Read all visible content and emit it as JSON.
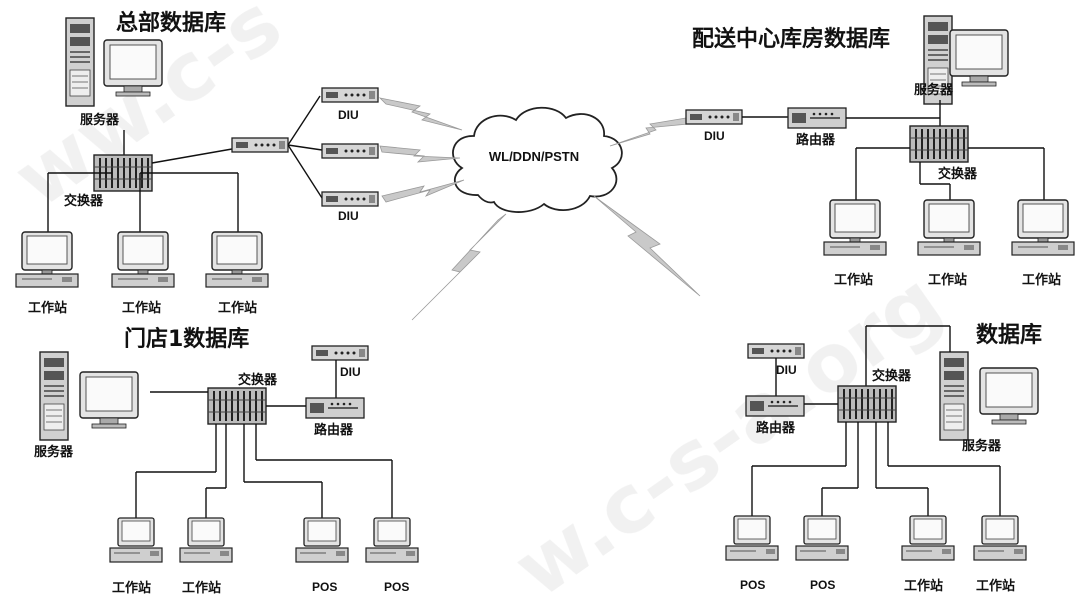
{
  "cloud": {
    "label": "WL/DDN/PSTN"
  },
  "hq": {
    "title": "总部数据库",
    "server_label": "服务器",
    "switch_label": "交换器",
    "diu_labels": [
      "DIU",
      "DIU"
    ],
    "workstations": [
      "工作站",
      "工作站",
      "工作站"
    ]
  },
  "dc": {
    "title": "配送中心库房数据库",
    "server_label": "服务器",
    "diu_label": "DIU",
    "router_label": "路由器",
    "switch_label": "交换器",
    "workstations": [
      "工作站",
      "工作站",
      "工作站"
    ]
  },
  "store1": {
    "title": "门店1数据库",
    "server_label": "服务器",
    "switch_label": "交换器",
    "diu_label": "DIU",
    "router_label": "路由器",
    "terminals": [
      "工作站",
      "工作站",
      "POS",
      "POS"
    ]
  },
  "store2": {
    "title": "数据库",
    "server_label": "服务器",
    "switch_label": "交换器",
    "diu_label": "DIU",
    "router_label": "路由器",
    "terminals": [
      "POS",
      "POS",
      "工作站",
      "工作站"
    ]
  }
}
